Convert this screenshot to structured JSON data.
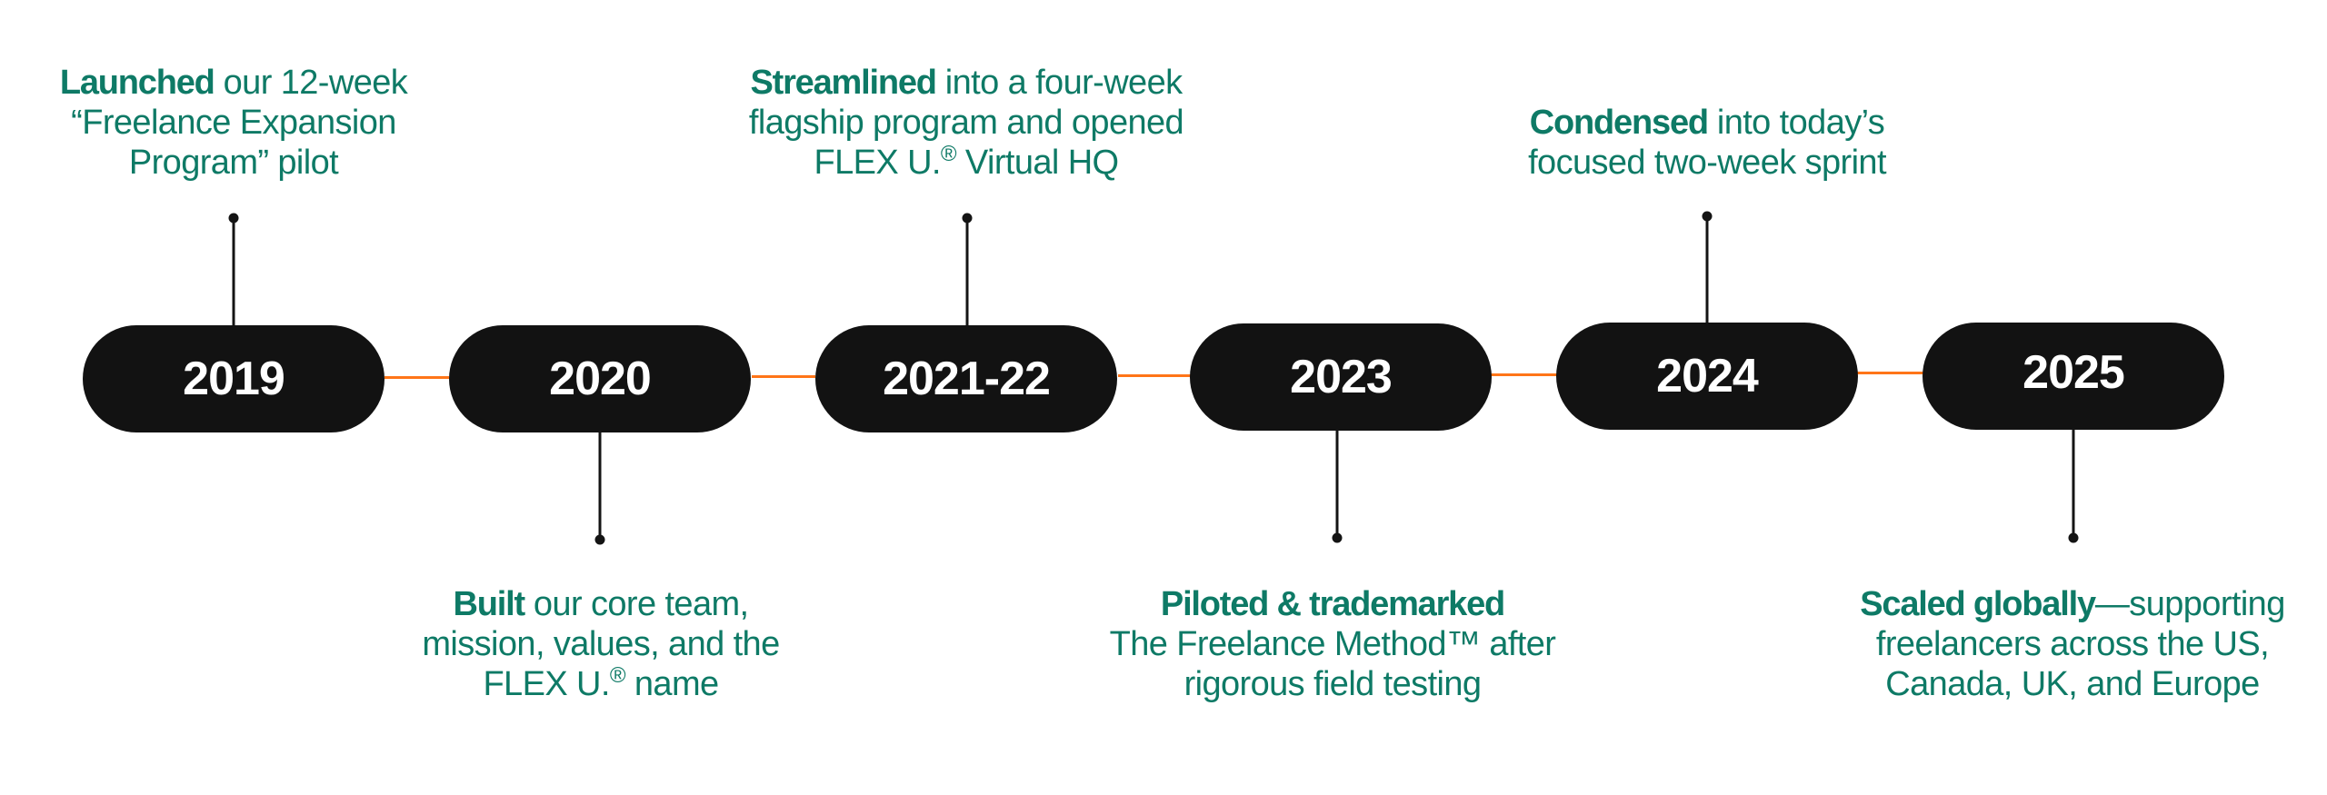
{
  "colors": {
    "text_accent": "#0e7a66",
    "pill_bg": "#121212",
    "pill_text": "#ffffff",
    "axis_line": "#ff7518",
    "stem": "#141414"
  },
  "milestones": [
    {
      "year": "2019",
      "position": "above",
      "lines": [
        {
          "bold": "Launched",
          "text": " our 12-week"
        },
        {
          "bold": "",
          "text": "“Freelance Expansion"
        },
        {
          "bold": "",
          "text": "Program” pilot"
        }
      ]
    },
    {
      "year": "2020",
      "position": "below",
      "lines": [
        {
          "bold": "Built",
          "text": " our core team,"
        },
        {
          "bold": "",
          "text": "mission, values, and the"
        },
        {
          "bold": "",
          "text": "FLEX U.",
          "sup": "®",
          "after": " name"
        }
      ]
    },
    {
      "year": "2021-22",
      "position": "above",
      "lines": [
        {
          "bold": "Streamlined",
          "text": " into a four-week"
        },
        {
          "bold": "",
          "text": "flagship program and opened"
        },
        {
          "bold": "",
          "text": "FLEX U.",
          "sup": "®",
          "after": " Virtual HQ"
        }
      ]
    },
    {
      "year": "2023",
      "position": "below",
      "lines": [
        {
          "bold": "Piloted & trademarked",
          "text": ""
        },
        {
          "bold": "",
          "text": "The Freelance Method™ after"
        },
        {
          "bold": "",
          "text": "rigorous field testing"
        }
      ]
    },
    {
      "year": "2024",
      "position": "above",
      "lines": [
        {
          "bold": "Condensed",
          "text": " into today’s"
        },
        {
          "bold": "",
          "text": "focused two-week sprint"
        }
      ]
    },
    {
      "year": "2025",
      "position": "below",
      "lines": [
        {
          "bold": "Scaled globally",
          "text": "—supporting"
        },
        {
          "bold": "",
          "text": "freelancers across the US,"
        },
        {
          "bold": "",
          "text": "Canada, UK, and Europe"
        }
      ]
    }
  ]
}
